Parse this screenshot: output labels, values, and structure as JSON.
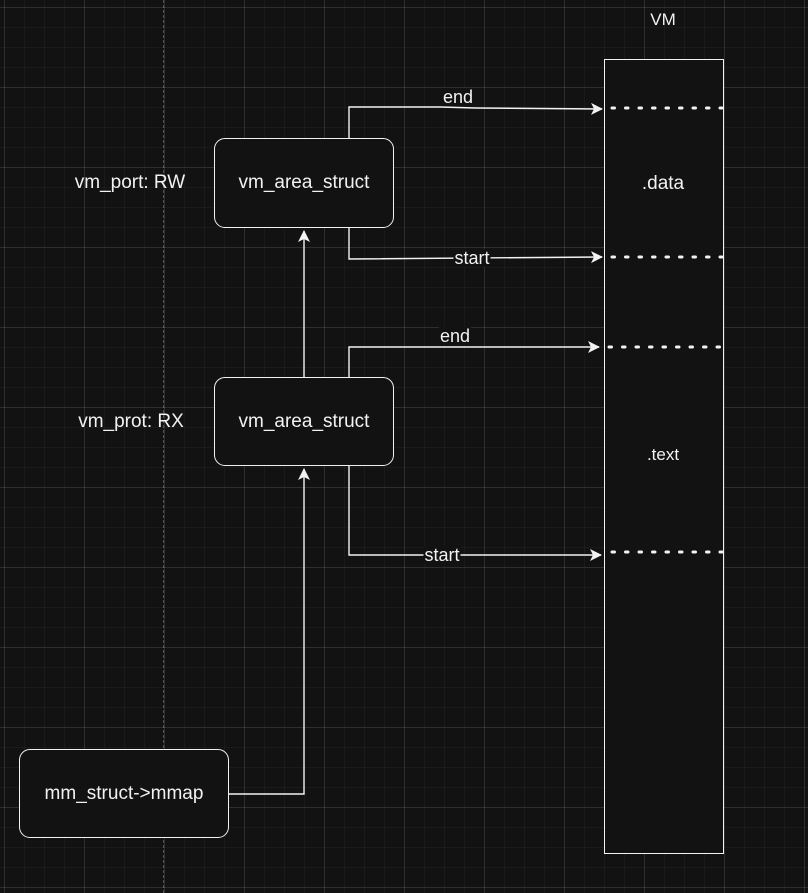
{
  "diagram": {
    "vm_title": "VM",
    "segments": {
      "data": ".data",
      "text": ".text"
    },
    "nodes": {
      "vma_top": "vm_area_struct",
      "vma_bottom": "vm_area_struct",
      "mm_struct": "mm_struct->mmap"
    },
    "annotations": {
      "top_prot": "vm_port: RW",
      "bottom_prot": "vm_prot: RX"
    },
    "edges": {
      "top_end": "end",
      "top_start": "start",
      "bottom_end": "end",
      "bottom_start": "start"
    },
    "colors": {
      "background": "#121212",
      "stroke": "#f2f2f2"
    }
  }
}
